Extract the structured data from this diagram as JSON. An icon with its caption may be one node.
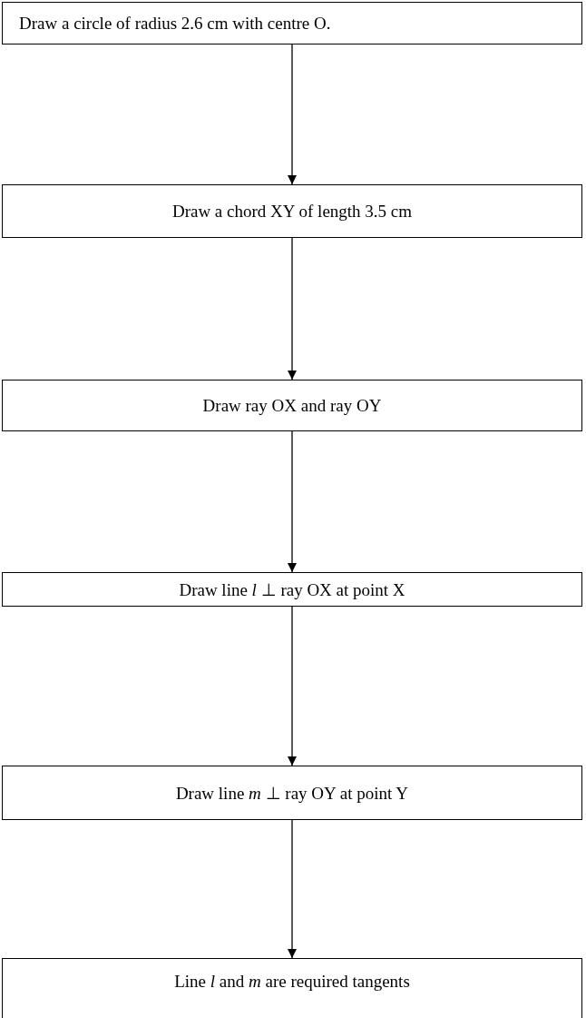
{
  "diagram": {
    "nodes": [
      {
        "text": [
          "Draw a circle of radius 2.6 cm with centre O."
        ]
      },
      {
        "text": [
          "Draw a chord XY of length 3.5 cm"
        ]
      },
      {
        "text": [
          "Draw ray OX and ray OY"
        ]
      },
      {
        "text": [
          "Draw line *l* ⊥ ray OX at point X"
        ]
      },
      {
        "text": [
          "Draw line *m* ⊥ ray OY at point Y"
        ]
      },
      {
        "text": [
          "Line *l* and *m* are required tangents"
        ]
      }
    ],
    "edges": [
      {
        "from": 0,
        "to": 1,
        "arrow": "to"
      },
      {
        "from": 1,
        "to": 2,
        "arrow": "to"
      },
      {
        "from": 2,
        "to": 3,
        "arrow": "to"
      },
      {
        "from": 3,
        "to": 4,
        "arrow": "to"
      },
      {
        "from": 4,
        "to": 5,
        "arrow": "to"
      }
    ]
  }
}
